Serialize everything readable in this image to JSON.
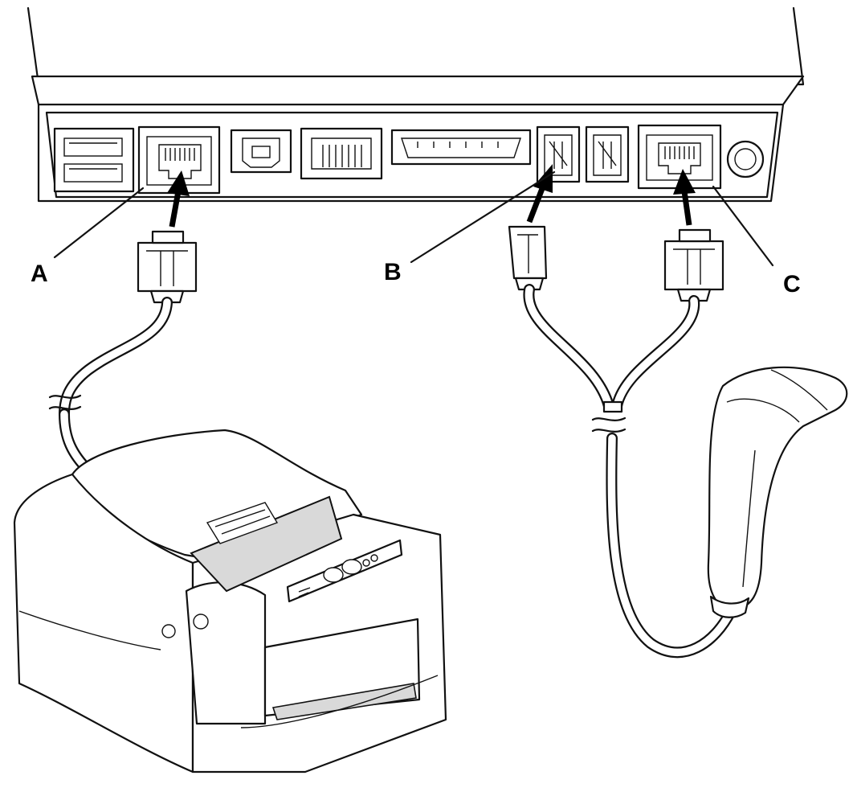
{
  "labels": {
    "a": "A",
    "b": "B",
    "c": "C"
  },
  "colors": {
    "ink": "#111111",
    "paper": "#ffffff",
    "shade": "#d9d9d9"
  },
  "icons": {
    "arrow": "connection-arrow-icon"
  }
}
